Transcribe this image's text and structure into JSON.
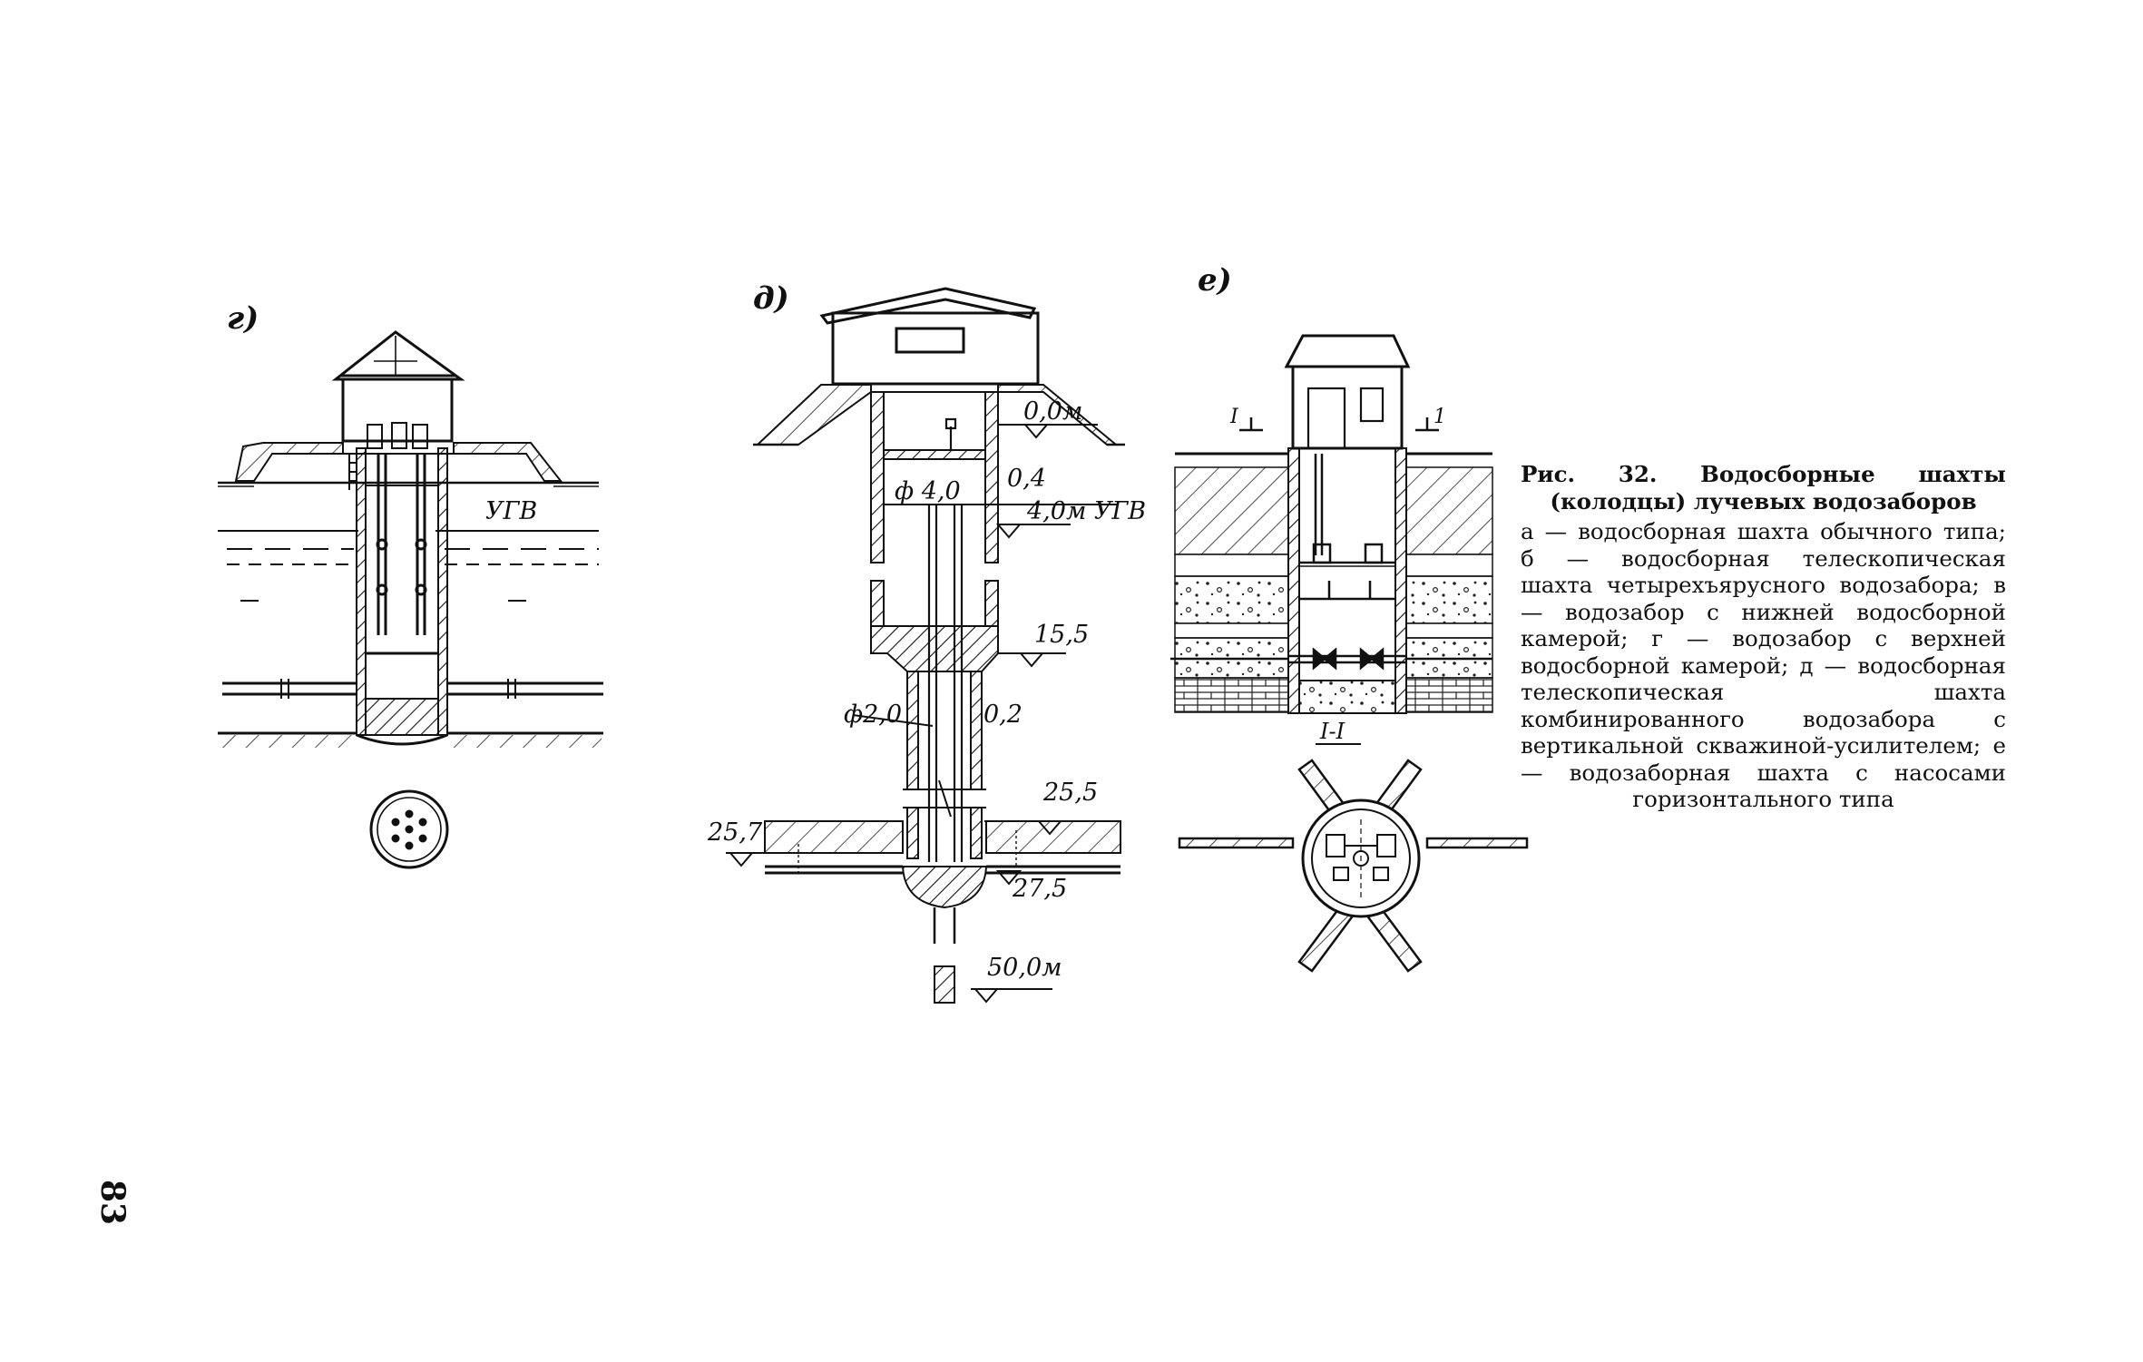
{
  "figures": {
    "g": {
      "letter": "г)",
      "label_ugv": "УГВ"
    },
    "d": {
      "letter": "д)",
      "level_0": "0,0м",
      "wall_04": "0,4",
      "diam_40": "ф 4,0",
      "level_40": "4,0м УГВ",
      "level_155": "15,5",
      "diam_20": "ф2,0",
      "wall_02": "0,2",
      "level_255": "25,5",
      "level_257": "25,7",
      "level_275": "27,5",
      "level_500": "50,0м"
    },
    "e": {
      "letter": "е)",
      "section_mark_left": "I",
      "section_mark_right": "1",
      "section_label": "I-I"
    }
  },
  "caption": {
    "title": "Рис. 32. Водосборные шахты (колодцы) лучевых водозаборов",
    "body": "а — водосборная шахта обычного типа; б — водосборная телескопическая шахта четырехъярусного водозабора; в — водозабор с нижней водосборной камерой; г — водозабор с верхней водосборной камерой; д — водосборная телескопическая шахта комбинированного водозабора с вертикальной скважиной-усилителем; е — водозаборная шахта с насосами горизонтального типа"
  },
  "page_number": "83"
}
